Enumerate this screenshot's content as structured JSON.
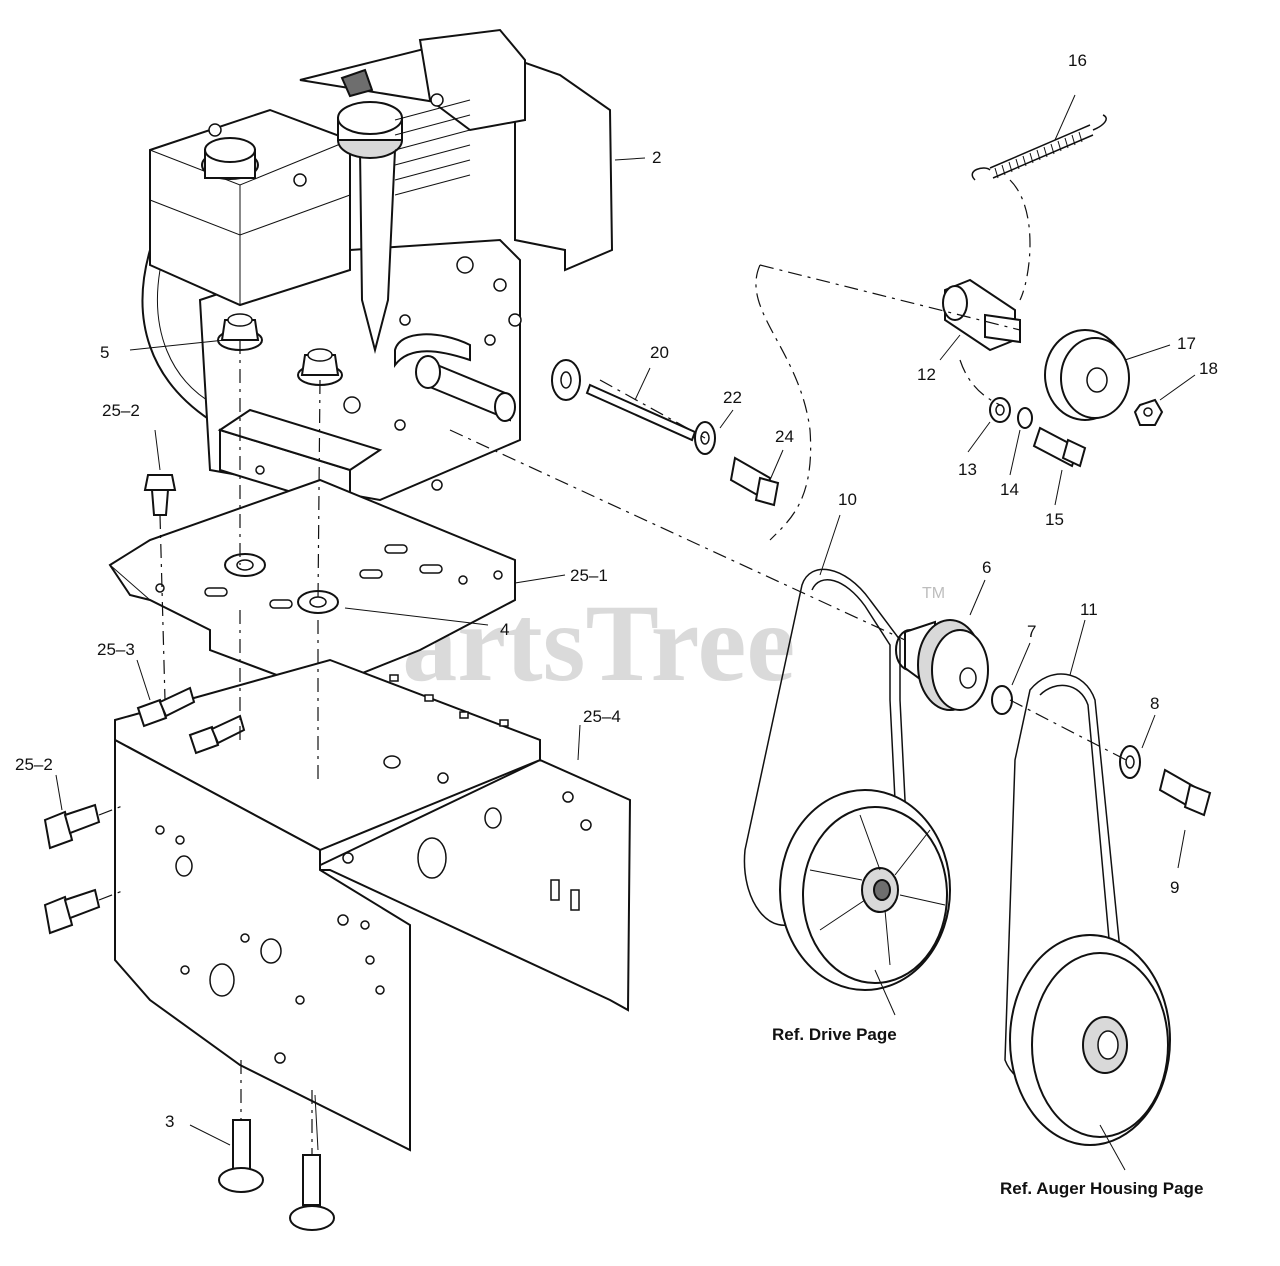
{
  "watermark": {
    "text": "PartsTree",
    "trademark": "TM"
  },
  "callouts": {
    "c2": "2",
    "c3": "3",
    "c4": "4",
    "c5": "5",
    "c6": "6",
    "c7": "7",
    "c8": "8",
    "c9": "9",
    "c10": "10",
    "c11": "11",
    "c12": "12",
    "c13": "13",
    "c14": "14",
    "c15": "15",
    "c16": "16",
    "c17": "17",
    "c18": "18",
    "c20": "20",
    "c22": "22",
    "c24": "24",
    "c25_1": "25–1",
    "c25_2a": "25–2",
    "c25_2b": "25–2",
    "c25_3": "25–3",
    "c25_4": "25–4"
  },
  "references": {
    "drive": "Ref. Drive Page",
    "auger": "Ref. Auger Housing Page"
  }
}
